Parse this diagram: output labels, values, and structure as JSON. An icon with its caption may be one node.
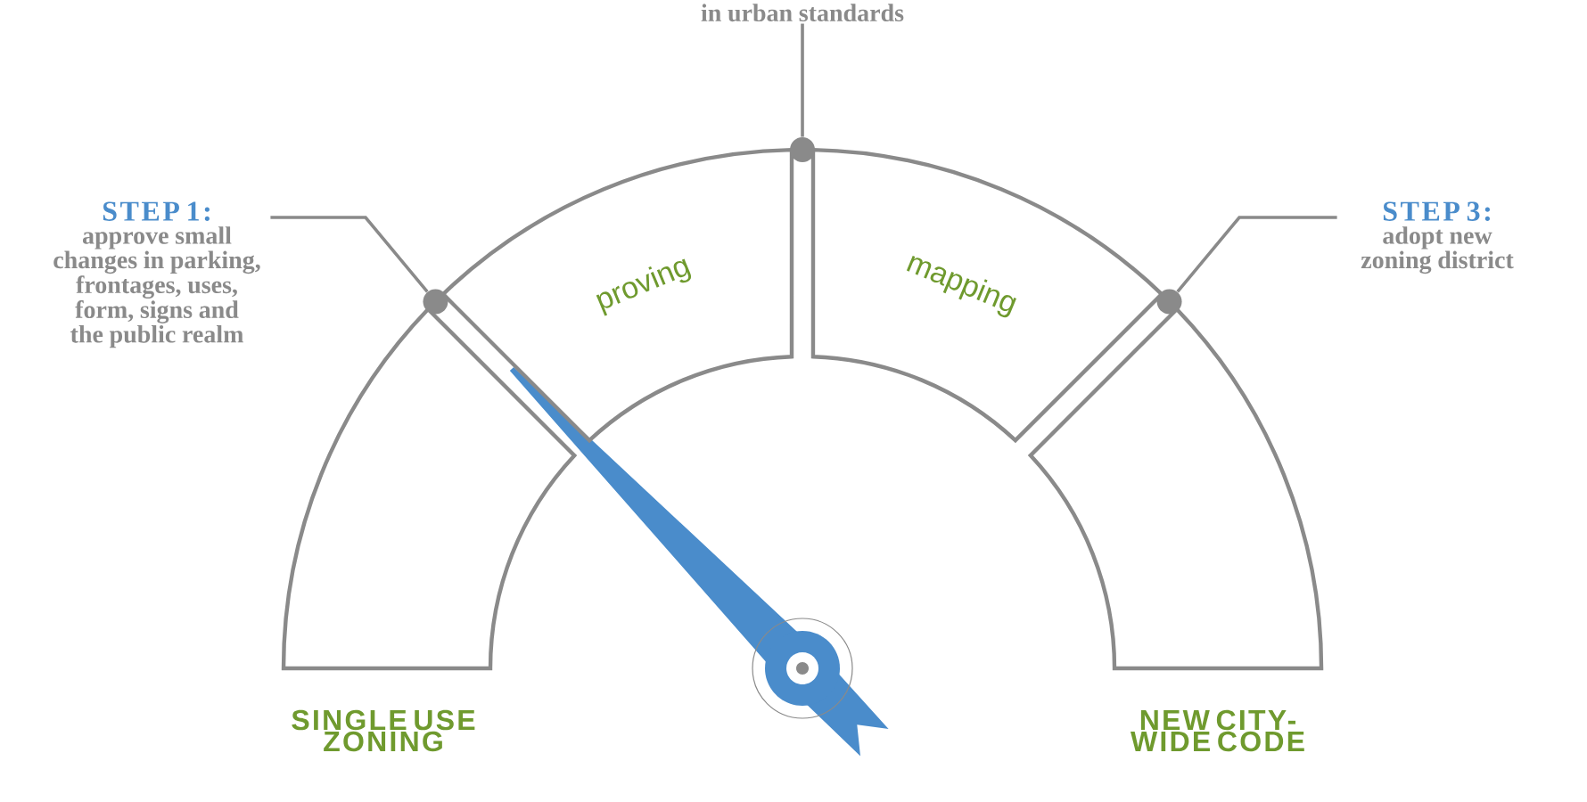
{
  "diagram": {
    "nodes": [
      {
        "text": [],
        "shape": "band"
      },
      {
        "text": [
          "proving"
        ]
      },
      {
        "text": [
          "mapping"
        ]
      },
      {
        "text": [],
        "shape": "band"
      },
      {
        "text": [
          "STEP 1:",
          "approve small changes in parking, frontages, uses, form, signs and the public realm"
        ]
      },
      {
        "text": [
          "in urban standards"
        ]
      },
      {
        "text": [
          "STEP 3:",
          "adopt new zoning district"
        ]
      },
      {
        "text": [],
        "shape": "circle"
      },
      {
        "text": [],
        "shape": "circle"
      },
      {
        "text": [],
        "shape": "circle"
      }
    ],
    "edges": [
      {
        "from": 4,
        "to": 7,
        "arrow": "none"
      },
      {
        "from": 5,
        "to": 8,
        "arrow": "none"
      },
      {
        "from": 6,
        "to": 9,
        "arrow": "none"
      }
    ],
    "labels": [
      "SINGLE USE ZONING",
      "NEW CITY-WIDE CODE"
    ]
  }
}
